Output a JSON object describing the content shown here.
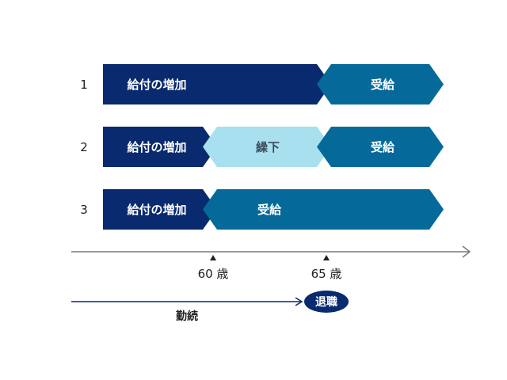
{
  "rows": [
    {
      "number": "1",
      "segments": [
        {
          "label": "給付の増加"
        },
        {
          "label": "受給"
        }
      ]
    },
    {
      "number": "2",
      "segments": [
        {
          "label": "給付の増加"
        },
        {
          "label": "繰下"
        },
        {
          "label": "受給"
        }
      ]
    },
    {
      "number": "3",
      "segments": [
        {
          "label": "給付の増加"
        },
        {
          "label": "受給"
        }
      ]
    }
  ],
  "ages": [
    {
      "label": "60 歳"
    },
    {
      "label": "65 歳"
    }
  ],
  "work": {
    "label": "勤続"
  },
  "retire": {
    "label": "退職"
  },
  "colors": {
    "navy": "#092a6e",
    "teal": "#056a9a",
    "light": "#a8e0ef",
    "axis": "#7a7a7a"
  }
}
